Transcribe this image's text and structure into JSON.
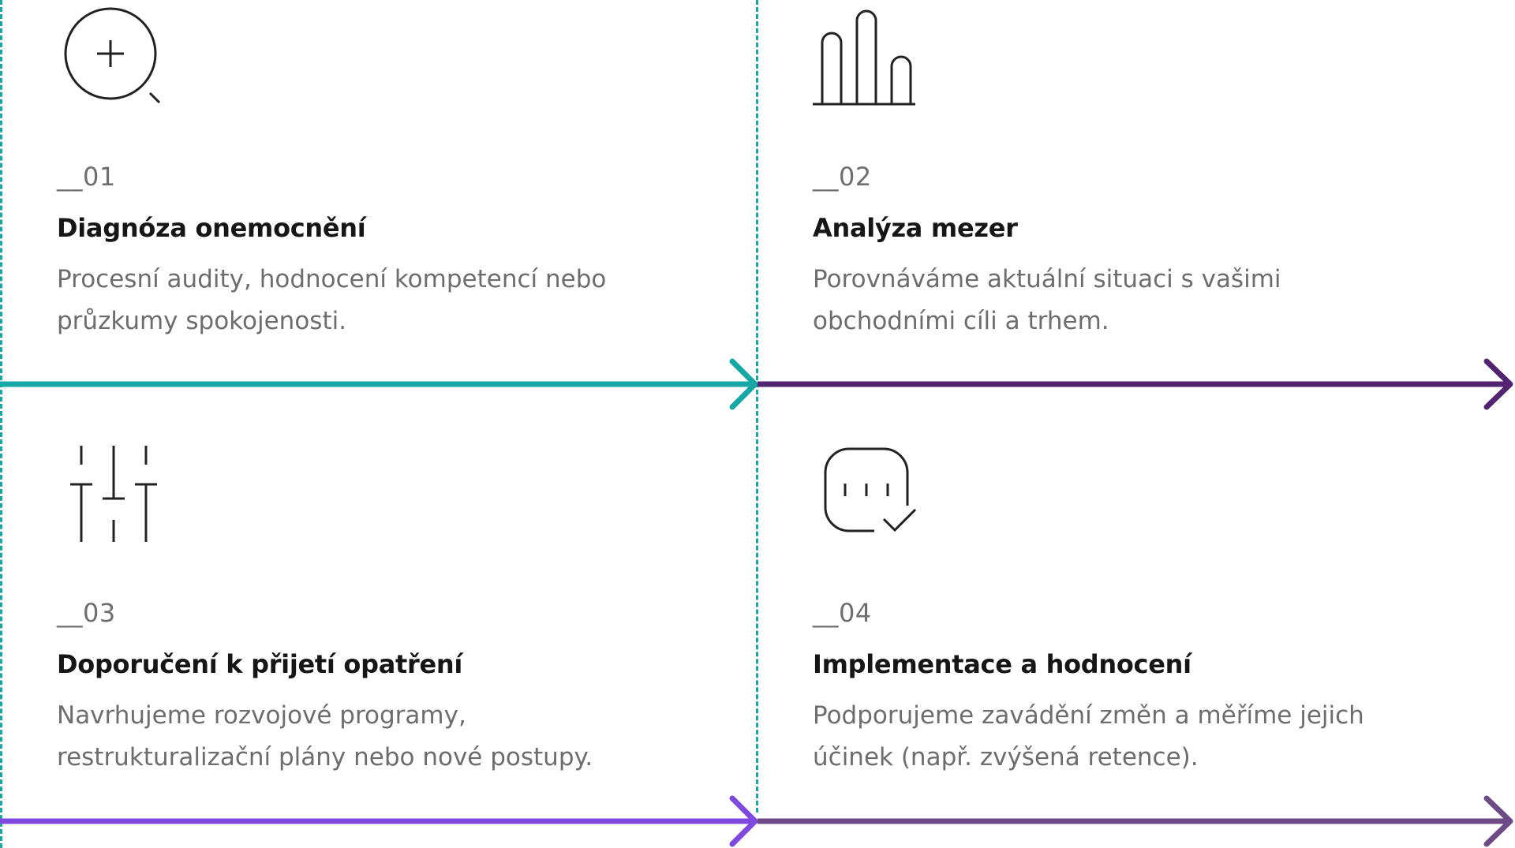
{
  "colors": {
    "teal": "#17a7a4",
    "dark_purple": "#522371",
    "violet": "#7f48df",
    "muted_purple": "#6e4a86",
    "icon": "#222222"
  },
  "steps": [
    {
      "number": "__01",
      "title": "Diagnóza onemocnění",
      "description": [
        "Procesní audity, hodnocení kompetencí nebo",
        "průzkumy spokojenosti."
      ],
      "icon": "magnifier-plus-icon"
    },
    {
      "number": "__02",
      "title": "Analýza mezer",
      "description": [
        "Porovnáváme aktuální situaci s vašimi",
        "obchodními cíli a trhem."
      ],
      "icon": "bar-chart-icon"
    },
    {
      "number": "__03",
      "title": "Doporučení k přijetí opatření",
      "description": [
        "Navrhujeme rozvojové programy,",
        "restrukturalizační plány nebo nové postupy."
      ],
      "icon": "sliders-icon"
    },
    {
      "number": "__04",
      "title": "Implementace a hodnocení",
      "description": [
        "Podporujeme zavádění změn a měříme jejich",
        "účinek (např. zvýšená retence)."
      ],
      "icon": "checklist-icon"
    }
  ]
}
